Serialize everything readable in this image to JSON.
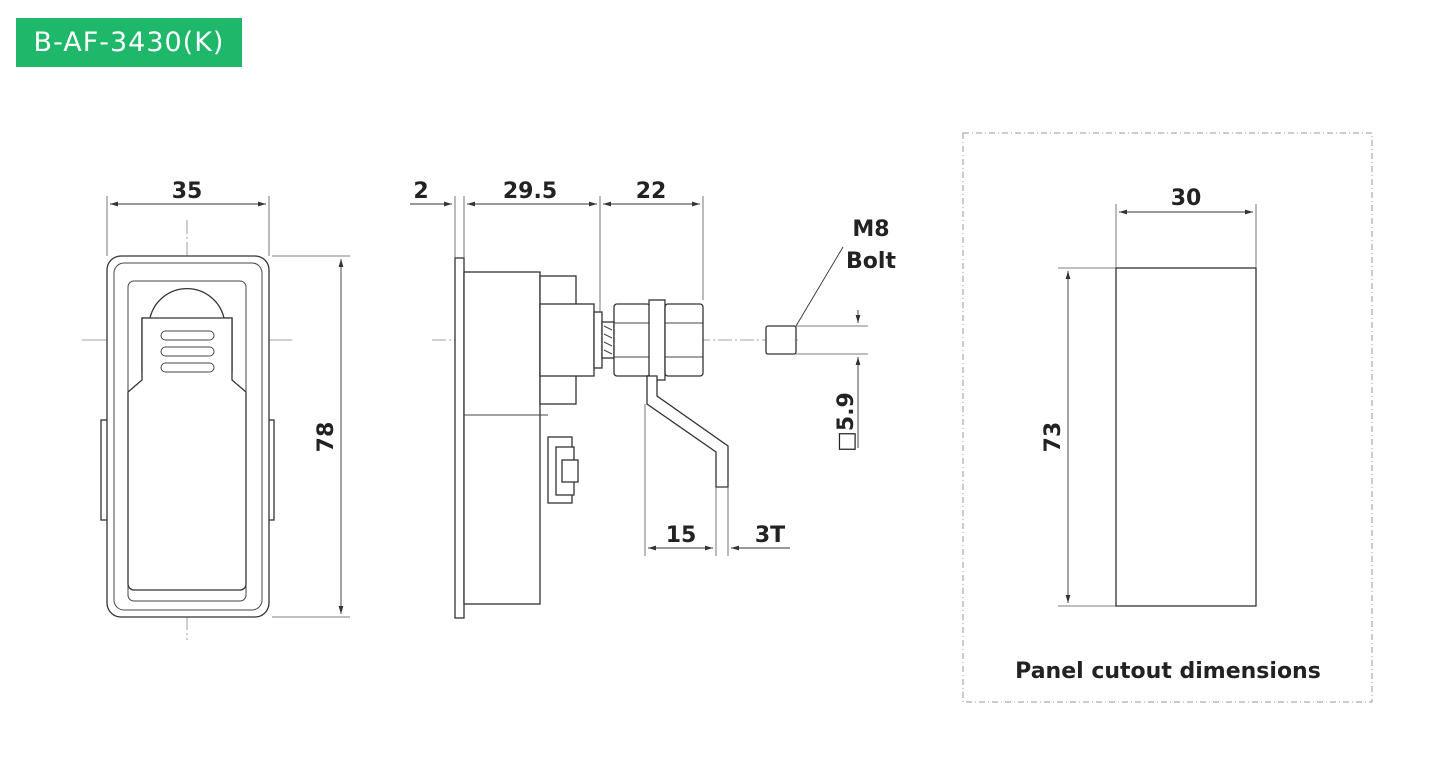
{
  "model": "B-AF-3430(K)",
  "colors": {
    "badge": "#1fb86a",
    "line": "#333333"
  },
  "front_view": {
    "width_dim": "35",
    "height_dim": "78"
  },
  "side_view": {
    "flange_dim": "2",
    "body_dim": "29.5",
    "shaft_dim": "22",
    "offset_dim": "15",
    "thickness_dim": "3T"
  },
  "bolt": {
    "size": "M8",
    "name": "Bolt",
    "square_dim": "□5.9"
  },
  "cutout": {
    "width_dim": "30",
    "height_dim": "73",
    "caption": "Panel cutout dimensions"
  }
}
